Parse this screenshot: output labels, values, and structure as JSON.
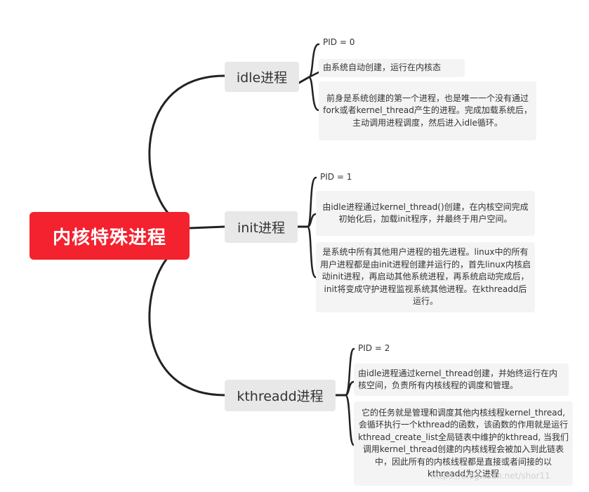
{
  "root": {
    "label": "内核特殊进程"
  },
  "branches": [
    {
      "label": "idle进程",
      "items": [
        "PID = 0",
        "由系统自动创建，运行在内核态",
        "前身是系统创建的第一个进程，也是唯一一个没有通过fork或者kernel_thread产生的进程。完成加载系统后，主动调用进程调度，然后进入idle循环。"
      ]
    },
    {
      "label": "init进程",
      "items": [
        "PID = 1",
        "由idle进程通过kernel_thread()创建，在内核空间完成初始化后，加载init程序，并最终于用户空间。",
        "是系统中所有其他用户进程的祖先进程。linux中的所有用户进程都是由init进程创建并运行的，首先linux内核启动init进程，再启动其他系统进程，再系统启动完成后，init将变成守护进程监视系统其他进程。在kthreadd后运行。"
      ]
    },
    {
      "label": "kthreadd进程",
      "items": [
        "PID = 2",
        "由idle进程通过kernel_thread创建，并始终运行在内核空间，负责所有内核线程的调度和管理。",
        "它的任务就是管理和调度其他内核线程kernel_thread, 会循环执行一个kthread的函数，该函数的作用就是运行kthread_create_list全局链表中维护的kthread, 当我们调用kernel_thread创建的内核线程会被加入到此链表中，因此所有的内核线程都是直接或者间接的以kthreadd为父进程"
      ]
    }
  ],
  "watermark": "https://blog.csdn.net/shor11"
}
